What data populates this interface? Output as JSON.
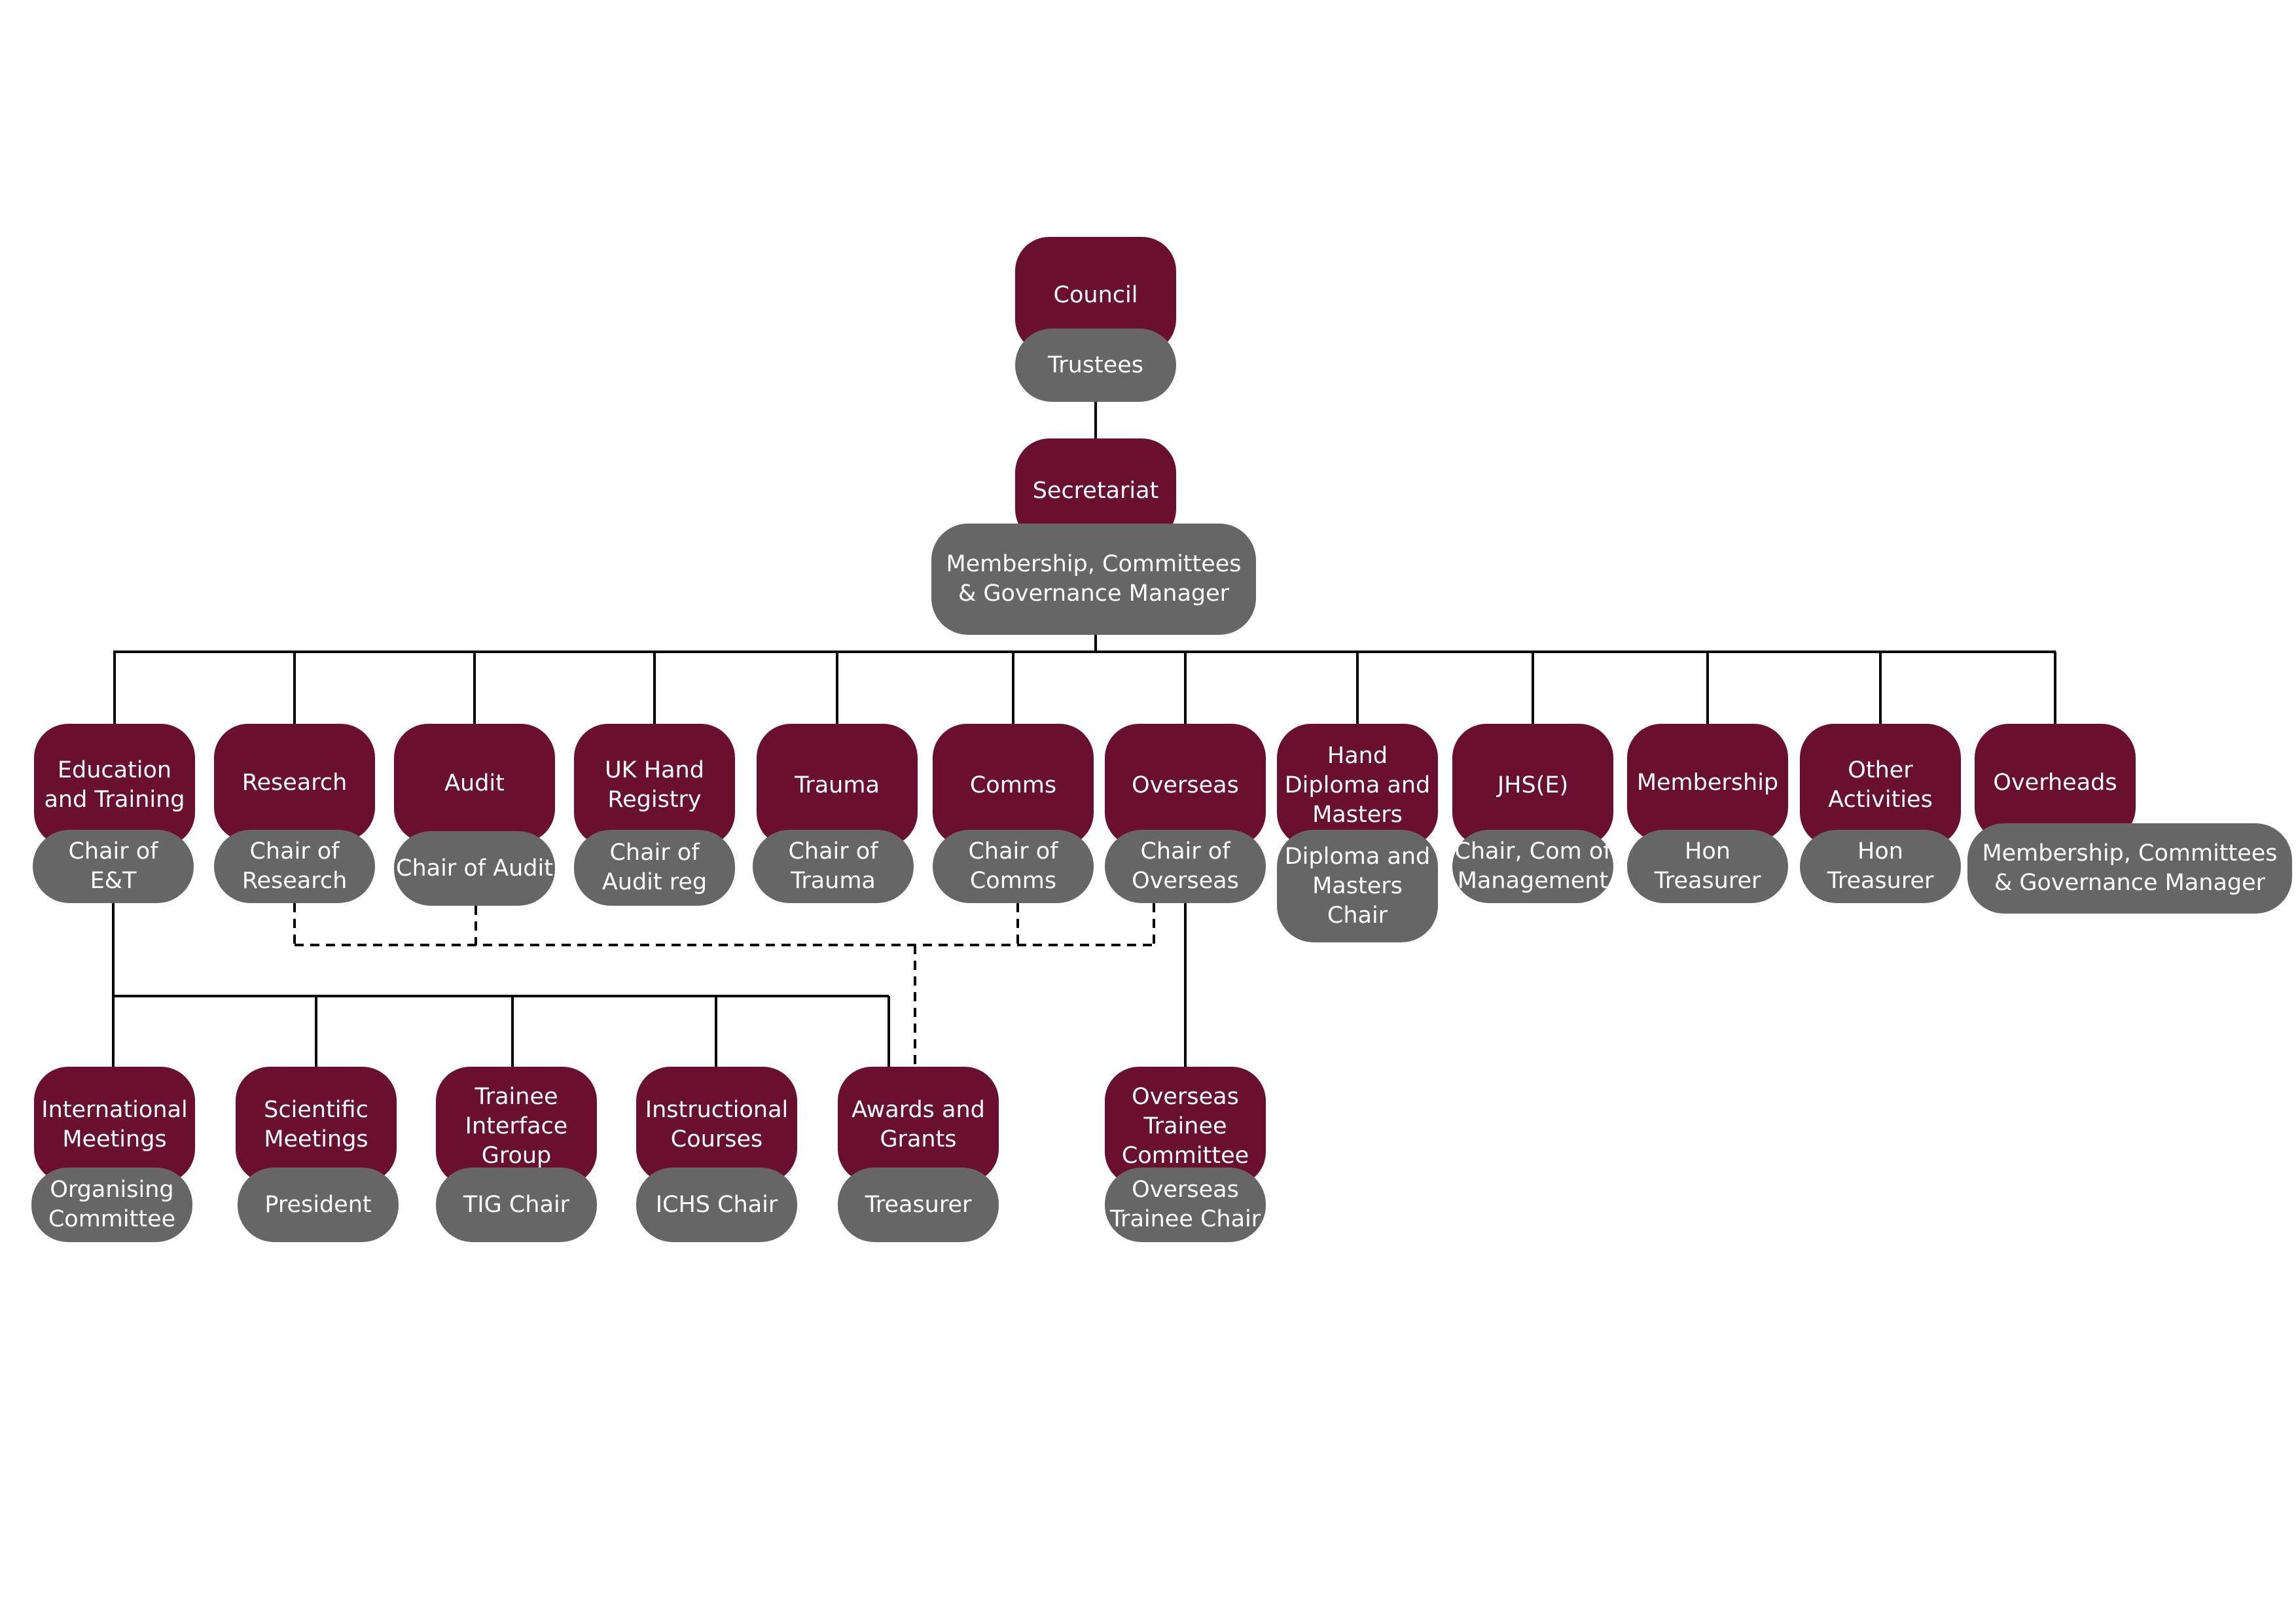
{
  "colors": {
    "role": "#6b0f2e",
    "holder": "#666666",
    "line": "#000000"
  },
  "top": [
    {
      "id": "council",
      "role": "Council",
      "holder": "Trustees"
    },
    {
      "id": "secretariat",
      "role": "Secretariat",
      "holder": "Membership, Committees\n& Governance Manager"
    }
  ],
  "departments": [
    {
      "id": "education",
      "role": "Education\nand Training",
      "holder": "Chair of\nE&T"
    },
    {
      "id": "research",
      "role": "Research",
      "holder": "Chair of\nResearch"
    },
    {
      "id": "audit",
      "role": "Audit",
      "holder": "Chair of Audit"
    },
    {
      "id": "uk-hand-registry",
      "role": "UK Hand\nRegistry",
      "holder": "Chair of\nAudit reg"
    },
    {
      "id": "trauma",
      "role": "Trauma",
      "holder": "Chair of\nTrauma"
    },
    {
      "id": "comms",
      "role": "Comms",
      "holder": "Chair of\nComms"
    },
    {
      "id": "overseas",
      "role": "Overseas",
      "holder": "Chair of\nOverseas"
    },
    {
      "id": "hand-diploma",
      "role": "Hand\nDiploma and\nMasters",
      "holder": "Diploma and\nMasters\nChair"
    },
    {
      "id": "jhse",
      "role": "JHS(E)",
      "holder": "Chair, Com of\nManagement"
    },
    {
      "id": "membership",
      "role": "Membership",
      "holder": "Hon\nTreasurer"
    },
    {
      "id": "other-activities",
      "role": "Other\nActivities",
      "holder": "Hon\nTreasurer"
    },
    {
      "id": "overheads",
      "role": "Overheads",
      "holder": "Membership, Committees\n& Governance Manager"
    }
  ],
  "subgroups": [
    {
      "id": "international-meetings",
      "role": "International\nMeetings",
      "holder": "Organising\nCommittee"
    },
    {
      "id": "scientific-meetings",
      "role": "Scientific\nMeetings",
      "holder": "President"
    },
    {
      "id": "trainee-interface",
      "role": "Trainee\nInterface\nGroup",
      "holder": "TIG Chair"
    },
    {
      "id": "instructional-courses",
      "role": "Instructional\nCourses",
      "holder": "ICHS Chair"
    },
    {
      "id": "awards-grants",
      "role": "Awards and\nGrants",
      "holder": "Treasurer"
    },
    {
      "id": "overseas-trainee",
      "role": "Overseas\nTrainee\nCommittee",
      "holder": "Overseas\nTrainee Chair"
    }
  ]
}
